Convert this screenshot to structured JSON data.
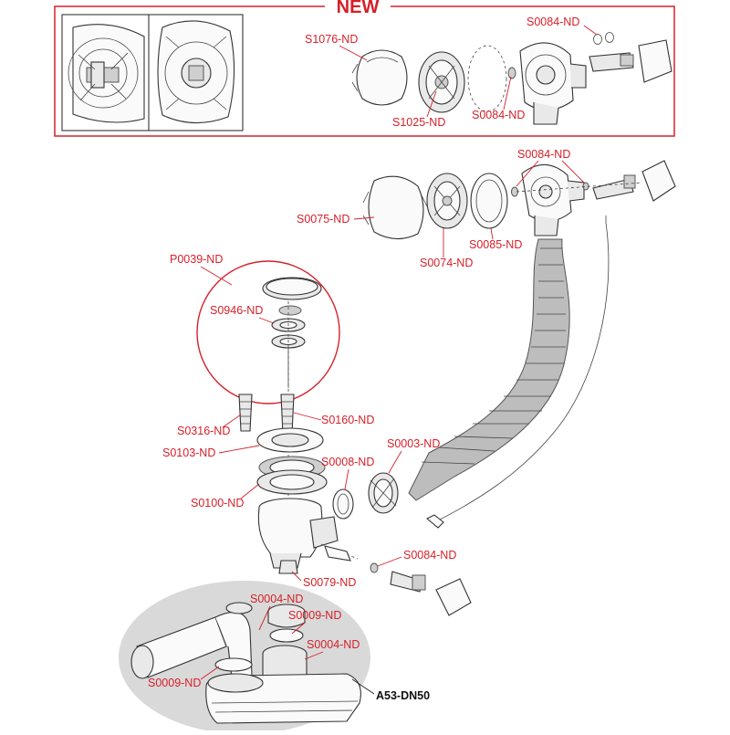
{
  "header": {
    "new_label": "NEW"
  },
  "labels": {
    "s1076": "S1076-ND",
    "s1025": "S1025-ND",
    "s0084_top_a": "S0084-ND",
    "s0084_top_b": "S0084-ND",
    "s0084_mid": "S0084-ND",
    "s0075": "S0075-ND",
    "s0074": "S0074-ND",
    "s0085": "S0085-ND",
    "p0039": "P0039-ND",
    "s0946": "S0946-ND",
    "s0316": "S0316-ND",
    "s0160": "S0160-ND",
    "s0103": "S0103-ND",
    "s0100": "S0100-ND",
    "s0008": "S0008-ND",
    "s0003": "S0003-ND",
    "s0084_low": "S0084-ND",
    "s0079": "S0079-ND",
    "s0004_a": "S0004-ND",
    "s0009_a": "S0009-ND",
    "s0004_b": "S0004-ND",
    "s0009_b": "S0009-ND",
    "a53": "A53-DN50"
  },
  "colors": {
    "accent": "#d6202a",
    "ink": "#333333",
    "highlight_bg": "#d9d9d9"
  }
}
